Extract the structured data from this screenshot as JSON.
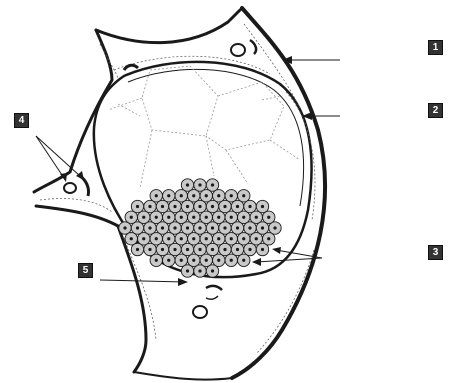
{
  "labels": [
    {
      "id": "1",
      "text": "1"
    },
    {
      "id": "2",
      "text": "2"
    },
    {
      "id": "3",
      "text": "3"
    },
    {
      "id": "4",
      "text": "4"
    },
    {
      "id": "5",
      "text": "5"
    }
  ],
  "colors": {
    "ink": "#1a1a1a",
    "label_box": "#333333",
    "label_text": "#ffffff",
    "granule": "#c9c9c9",
    "background": "#ffffff"
  }
}
